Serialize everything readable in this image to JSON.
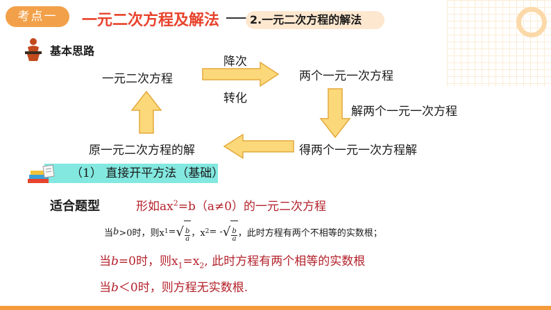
{
  "header": {
    "tag": "考点一",
    "title": "一元二次方程及解法",
    "subtitle": "2.一元二次方程的解法"
  },
  "section": {
    "label": "基本思路"
  },
  "diagram": {
    "node_top_left": "一元二次方程",
    "node_top_right": "两个一元一次方程",
    "node_bottom_right": "得两个一元一次方程解",
    "node_bottom_left": "原一元二次方程的解",
    "arrow_top_above": "降次",
    "arrow_top_below": "转化",
    "arrow_right_label": "解两个一元一次方程"
  },
  "method": {
    "label": "（1） 直接开平方法（基础）"
  },
  "suit": {
    "label": "适合题型",
    "prefix": "形如ax",
    "sup": "2",
    "suffix": "=b（a≠0）的一元二次方程"
  },
  "cases": {
    "c1_prefix": "当",
    "c1_var": "b",
    "c1_cond": ">0时，则x",
    "c1_sub1": "1",
    "c1_eq1": "=",
    "c1_b": "b",
    "c1_a": "a",
    "c1_mid": "，x",
    "c1_sub2": "2",
    "c1_eq2": "= -",
    "c1_tail": "，此时方程有两个不相等的实数根；",
    "c2_prefix": "当",
    "c2_var": "b",
    "c2_cond": "=0时，则x",
    "c2_sub1": "1",
    "c2_eq": "=x",
    "c2_sub2": "2",
    "c2_tail": ", 此时方程有两个相等的实数根",
    "c3_prefix": "当",
    "c3_var": "b",
    "c3_tail": "＜0时，则方程无实数根."
  },
  "colors": {
    "accent": "#f2a14a",
    "title_red": "#e8432c",
    "arrow_fill": "#fbd87a",
    "arrow_stroke": "#e4a93c",
    "method_bar": "#82e8e0",
    "text_red": "#b3212b"
  }
}
